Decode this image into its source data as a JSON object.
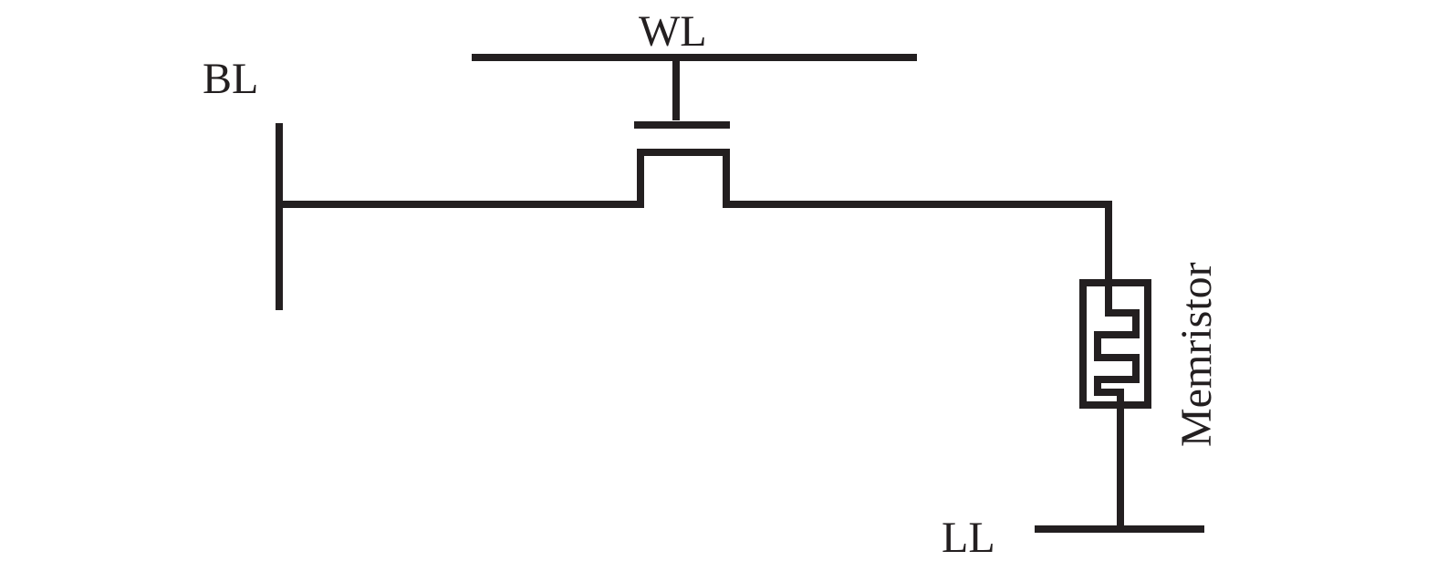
{
  "diagram": {
    "title": "1T1R memristor cell",
    "labels": {
      "word_line": "WL",
      "bit_line": "BL",
      "memristor": "Memristor",
      "line": "LL"
    },
    "ink_color": "#231f20"
  }
}
